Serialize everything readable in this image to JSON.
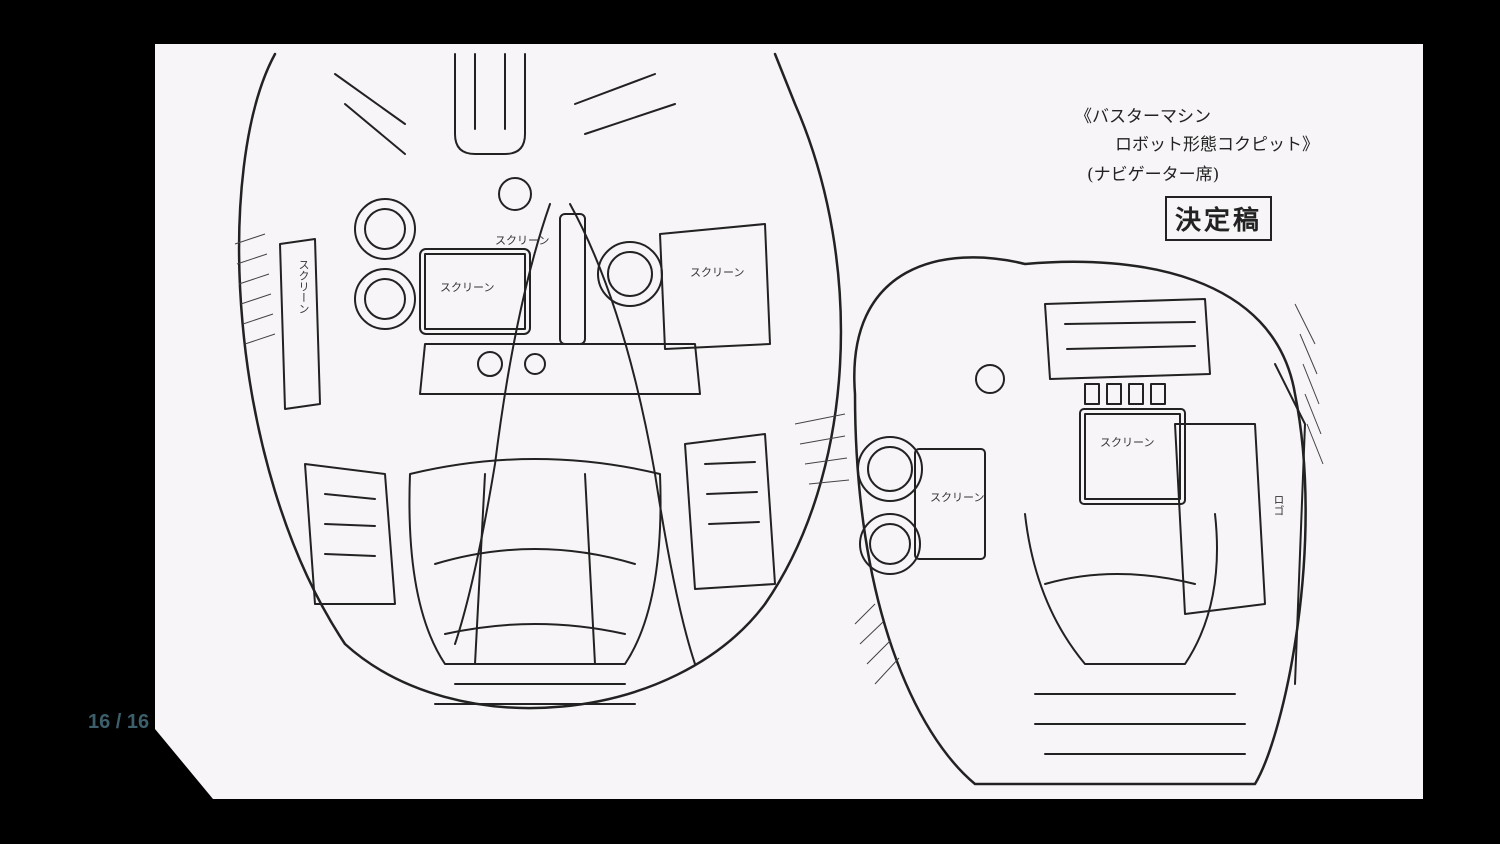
{
  "pagination": {
    "counter": "16 / 16"
  },
  "drawing": {
    "notes": {
      "line1": "《バスターマシン",
      "line2": "ロボット形態コクピット》",
      "line3": "(ナビゲーター席)"
    },
    "stamp": "決定稿",
    "screen_labels": {
      "left_main": "スクリーン",
      "left_top": "スクリーン",
      "left_right": "スクリーン",
      "left_side": "スクリーン",
      "right_main": "スクリーン",
      "right_left": "スクリーン",
      "right_side": "ロゴ"
    }
  }
}
